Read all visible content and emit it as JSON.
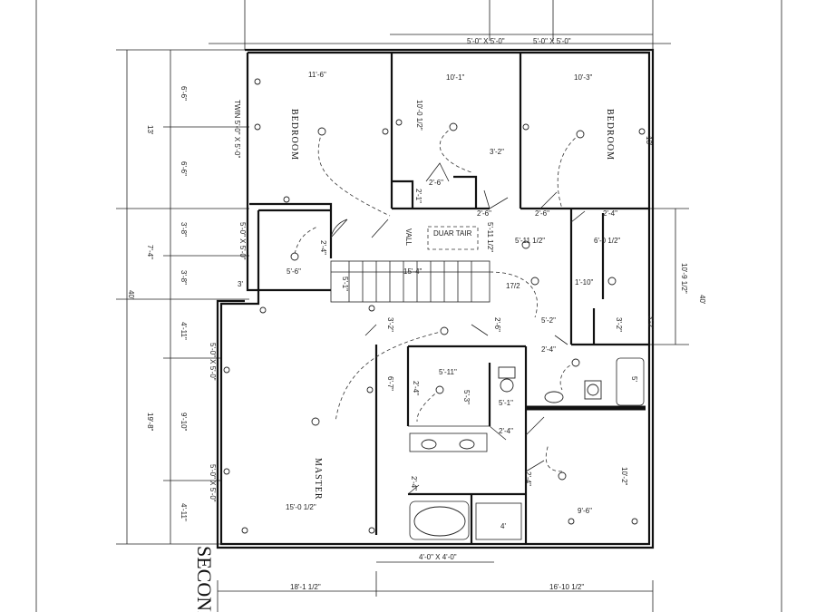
{
  "labels": {
    "title": "SECOND",
    "rooms": {
      "bedroom_left": "BEDROOM",
      "bedroom_right": "BEDROOM",
      "master": "MASTER",
      "attic": "DUAR TAIR",
      "wall": "VALL"
    },
    "dims": {
      "top_a": "5'-0\" X 5'-0\"",
      "top_b": "5'-0\" X 5'-0\"",
      "w1": "11'-6\"",
      "w2": "10'-1\"",
      "w3": "10'-3\"",
      "w4": "10'-0 1/2\"",
      "w5": "3'-2\"",
      "w6": "2'-6\"",
      "w7": "2'-1\"",
      "w8": "2'-6\"",
      "w9": "2'-6\"",
      "w10": "2'-4\"",
      "w11": "6'-0 1/2\"",
      "w12": "5'-11 1/2\"",
      "w13": "5'-11 1/2\"",
      "w14": "15'-4\"",
      "w15": "1'-10\"",
      "w16": "5'-6\"",
      "w17": "3'",
      "w18": "5'-1\"",
      "w19": "17/2",
      "w20": "3'-2\"",
      "w21": "2'-6\"",
      "w22": "5'-2\"",
      "w23": "3'-2\"",
      "w24": "2'-4\"",
      "w25": "5'-11\"",
      "w26": "6'-7\"",
      "w27": "5'-3\"",
      "w28": "5'-1\"",
      "w29": "2'-4\"",
      "w30": "2'-4\"",
      "w31": "2'-4\"",
      "w32": "2'-4\"",
      "w33": "10'-2\"",
      "w34": "9'-6\"",
      "w35": "4'",
      "w36": "15'-0 1/2\"",
      "w37": "2'-4\"",
      "bottom_a": "4'-0\" X 4'-0\"",
      "bottom_b": "18'-1 1/2\"",
      "bottom_c": "16'-10 1/2\"",
      "left_1": "6'-6\"",
      "left_2": "13'",
      "left_3": "6'-6\"",
      "left_4": "3'-8\"",
      "left_5": "7'-4\"",
      "left_6": "3'-8\"",
      "left_7": "40'",
      "left_8": "4'-11\"",
      "left_9": "19'-8\"",
      "left_10": "9'-10\"",
      "left_11": "4'-11\"",
      "left_w1": "TWIN 5'-0\" X 5'-0\"",
      "left_w2": "5'-0\" X 5'-0\"",
      "left_w3": "5'-0\" X 5'-0\"",
      "left_w4": "5'-0\" X 5'-0\"",
      "right_1": "13'",
      "right_2": "10'-9 1/2\"",
      "right_3": "40'",
      "right_4": "5'",
      "right_5": "3'-2\""
    }
  }
}
